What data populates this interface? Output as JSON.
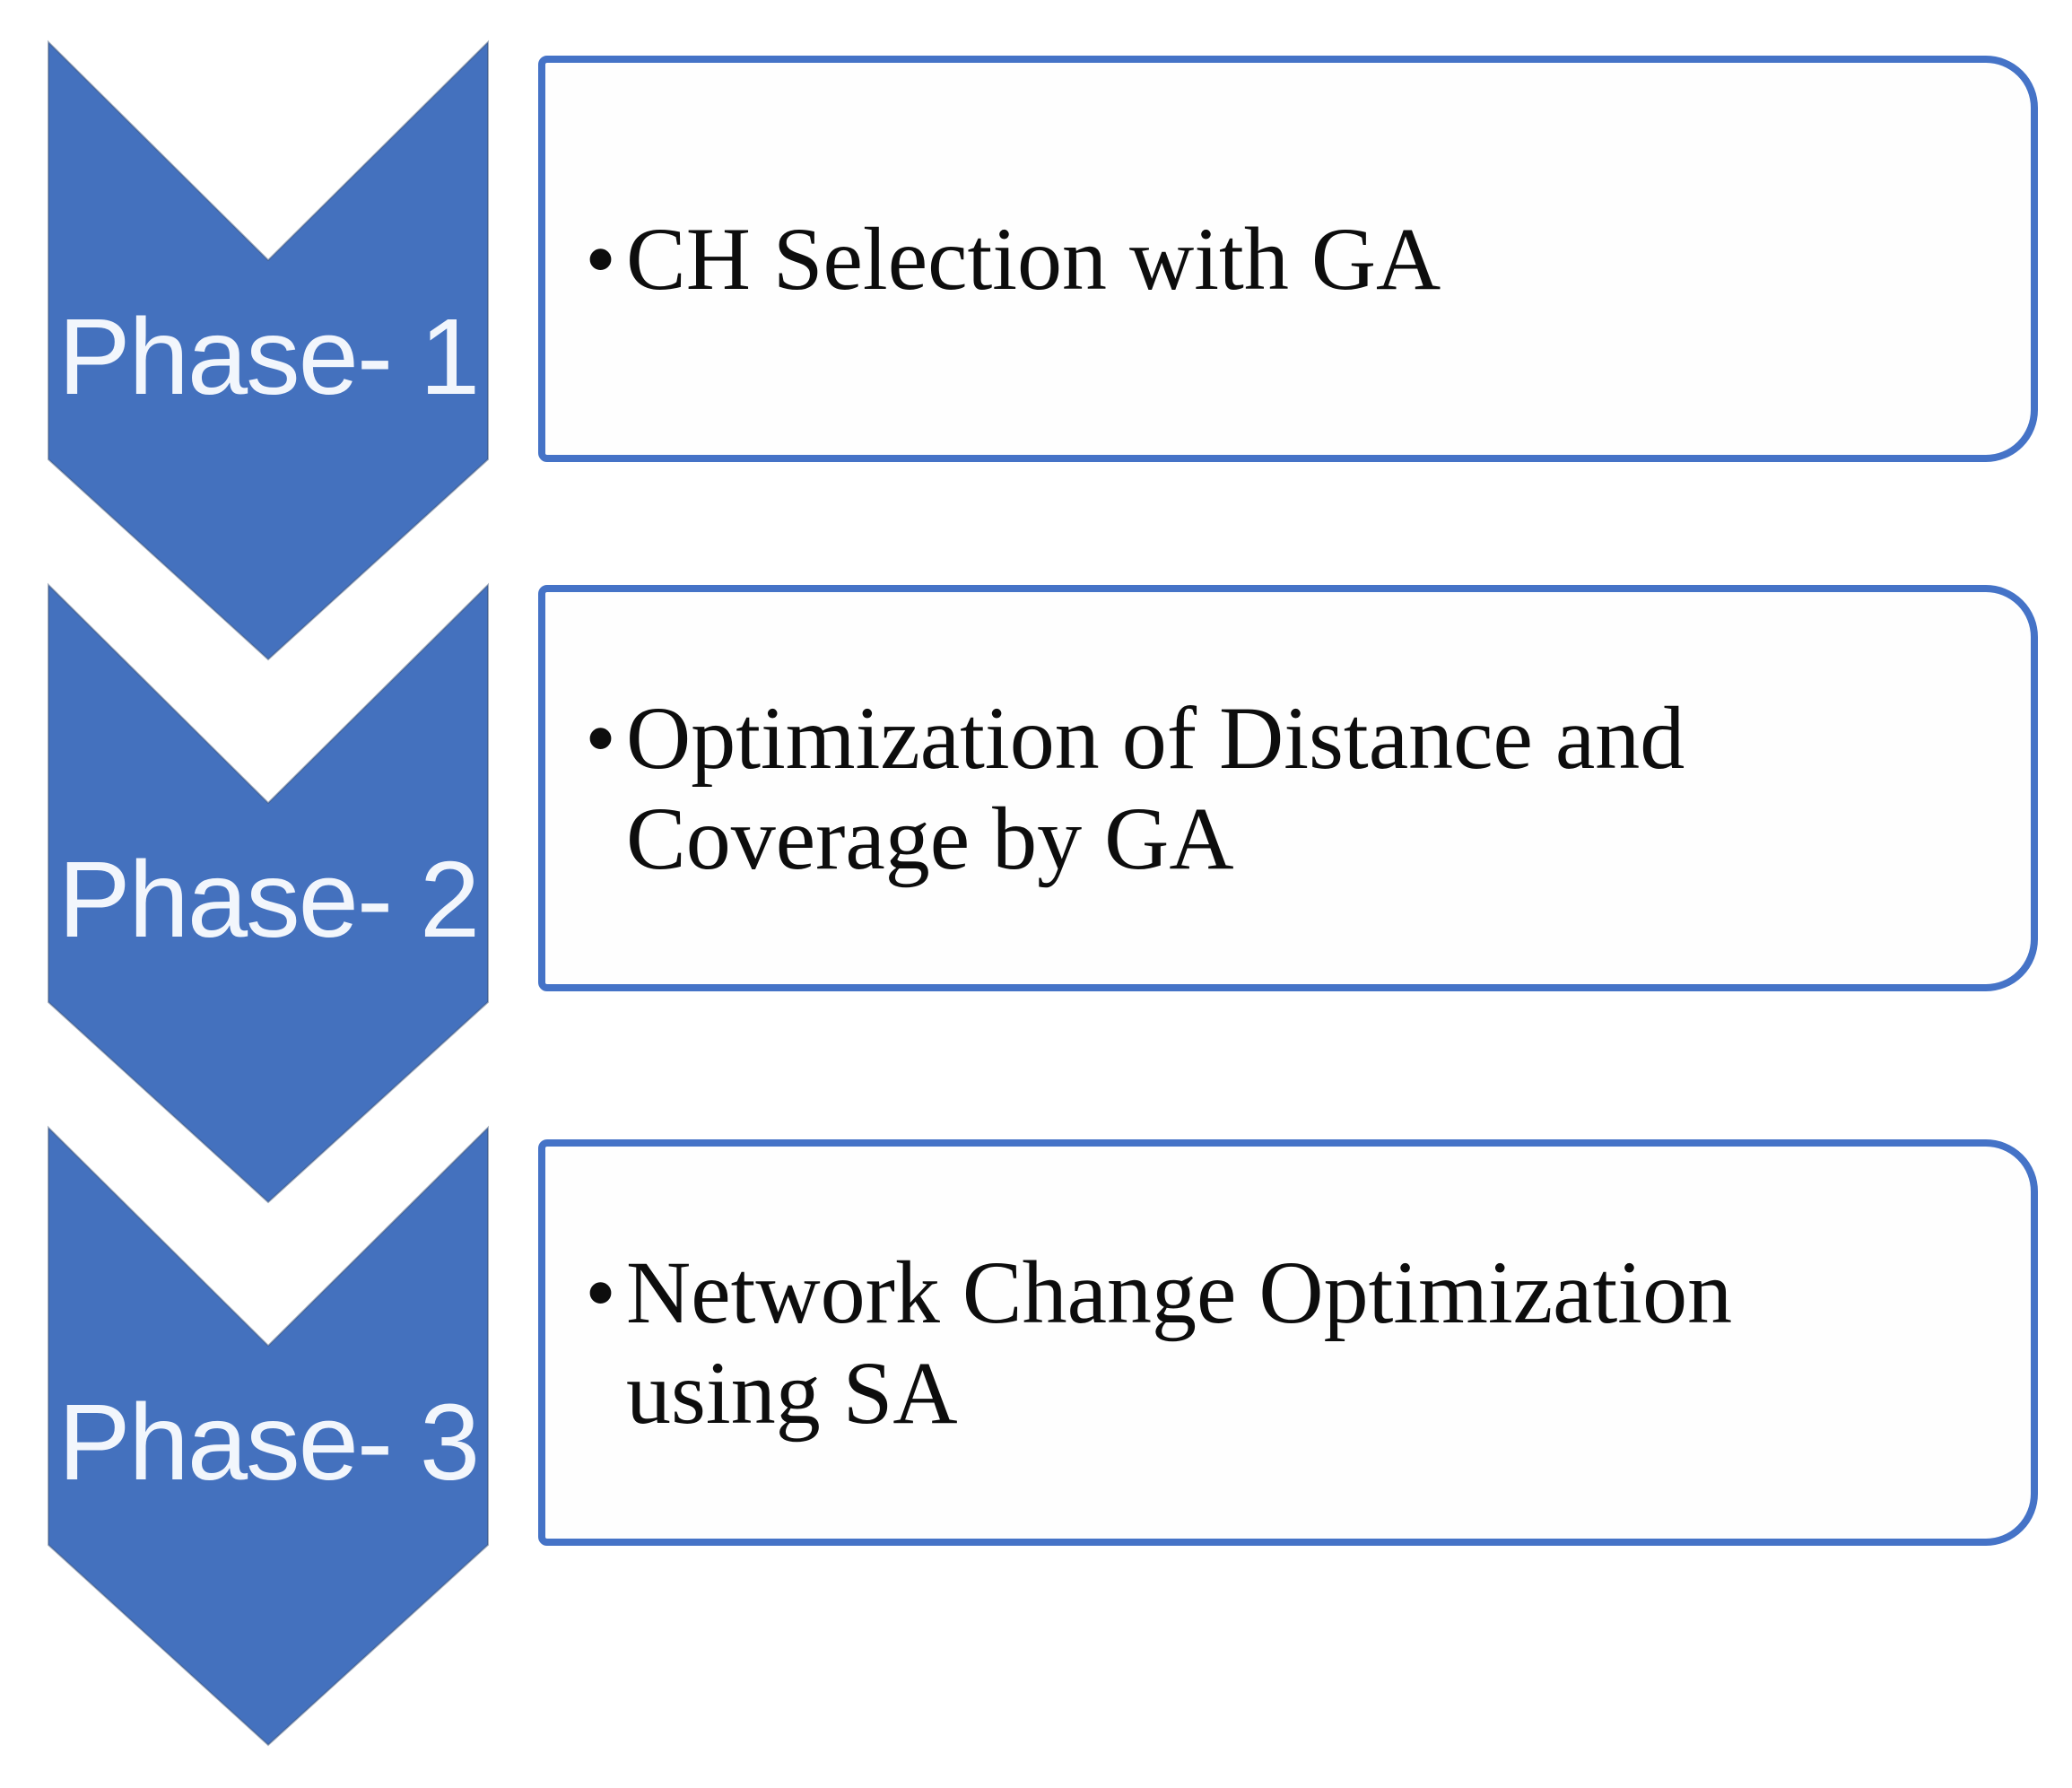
{
  "diagram": {
    "type": "vertical-chevron-process",
    "background": "#ffffff",
    "accent_fill": "#4471be",
    "accent_border": "#4573c7",
    "label_color": "#f2f6fc",
    "body_text_color": "#0d0d0d",
    "phases": [
      {
        "label": "Phase- 1",
        "bullet": "•",
        "lines": [
          "CH Selection with GA"
        ]
      },
      {
        "label": "Phase- 2",
        "bullet": "•",
        "lines": [
          "Optimization of Distance and",
          "Coverage by GA"
        ]
      },
      {
        "label": "Phase- 3",
        "bullet": "•",
        "lines": [
          "Network Change Optimization",
          "using SA"
        ]
      }
    ]
  }
}
